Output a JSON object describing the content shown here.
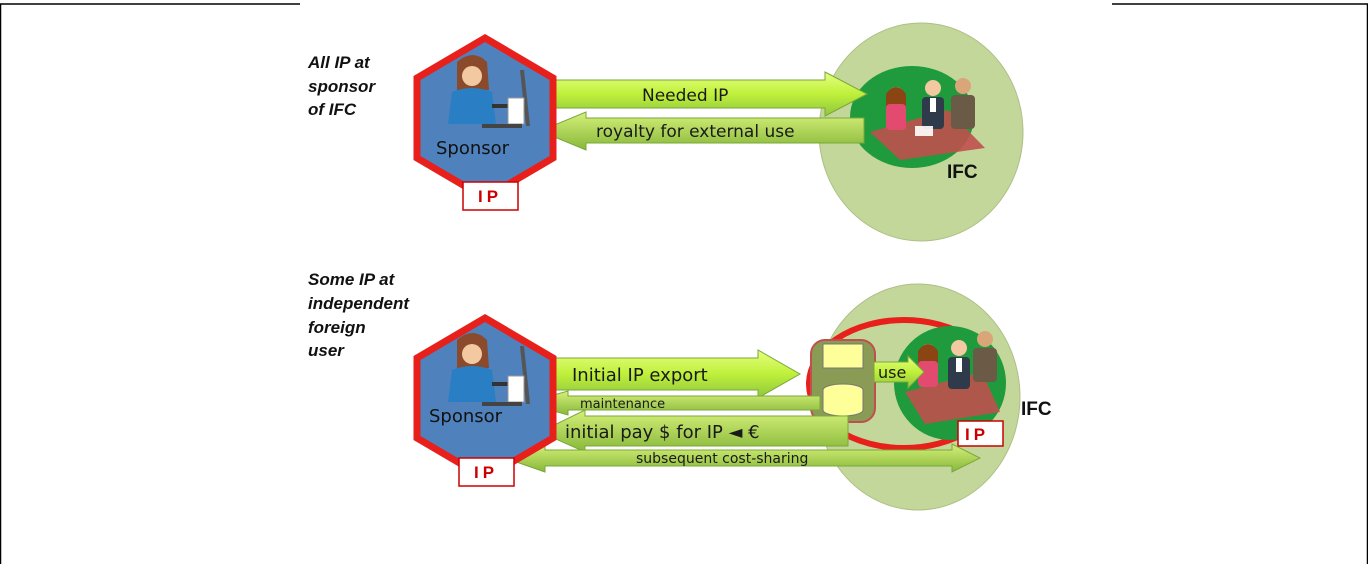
{
  "scenario_top": {
    "caption": [
      "All IP at",
      "sponsor",
      "of IFC"
    ],
    "sponsor_label": "Sponsor",
    "ip_badge": "IP",
    "ifc_label": "IFC",
    "arrows": {
      "needed_ip": "Needed IP",
      "royalty": "royalty for external use"
    }
  },
  "scenario_bottom": {
    "caption": [
      "Some IP at",
      "independent",
      "foreign",
      "user"
    ],
    "sponsor_label": "Sponsor",
    "ip_badge": "IP",
    "ifc_label": "IFC",
    "ifc_ip_badge": "IP",
    "arrows": {
      "initial_export": "Initial IP export",
      "use": "use",
      "maintenance": "maintenance",
      "initial_pay": "initial pay $ for IP ◄ €",
      "cost_sharing": "subsequent cost-sharing"
    }
  },
  "colors": {
    "hexagon_fill": "#4f81bd",
    "hexagon_border": "#e8201c",
    "ifc_circle": "#c4d79b",
    "meeting_circle": "#1f9a3c",
    "arrow_light": "#ccff33",
    "arrow_dark": "#8fc63f",
    "storage_box": "#8a9b55",
    "storage_cylinder": "#ffff99"
  }
}
